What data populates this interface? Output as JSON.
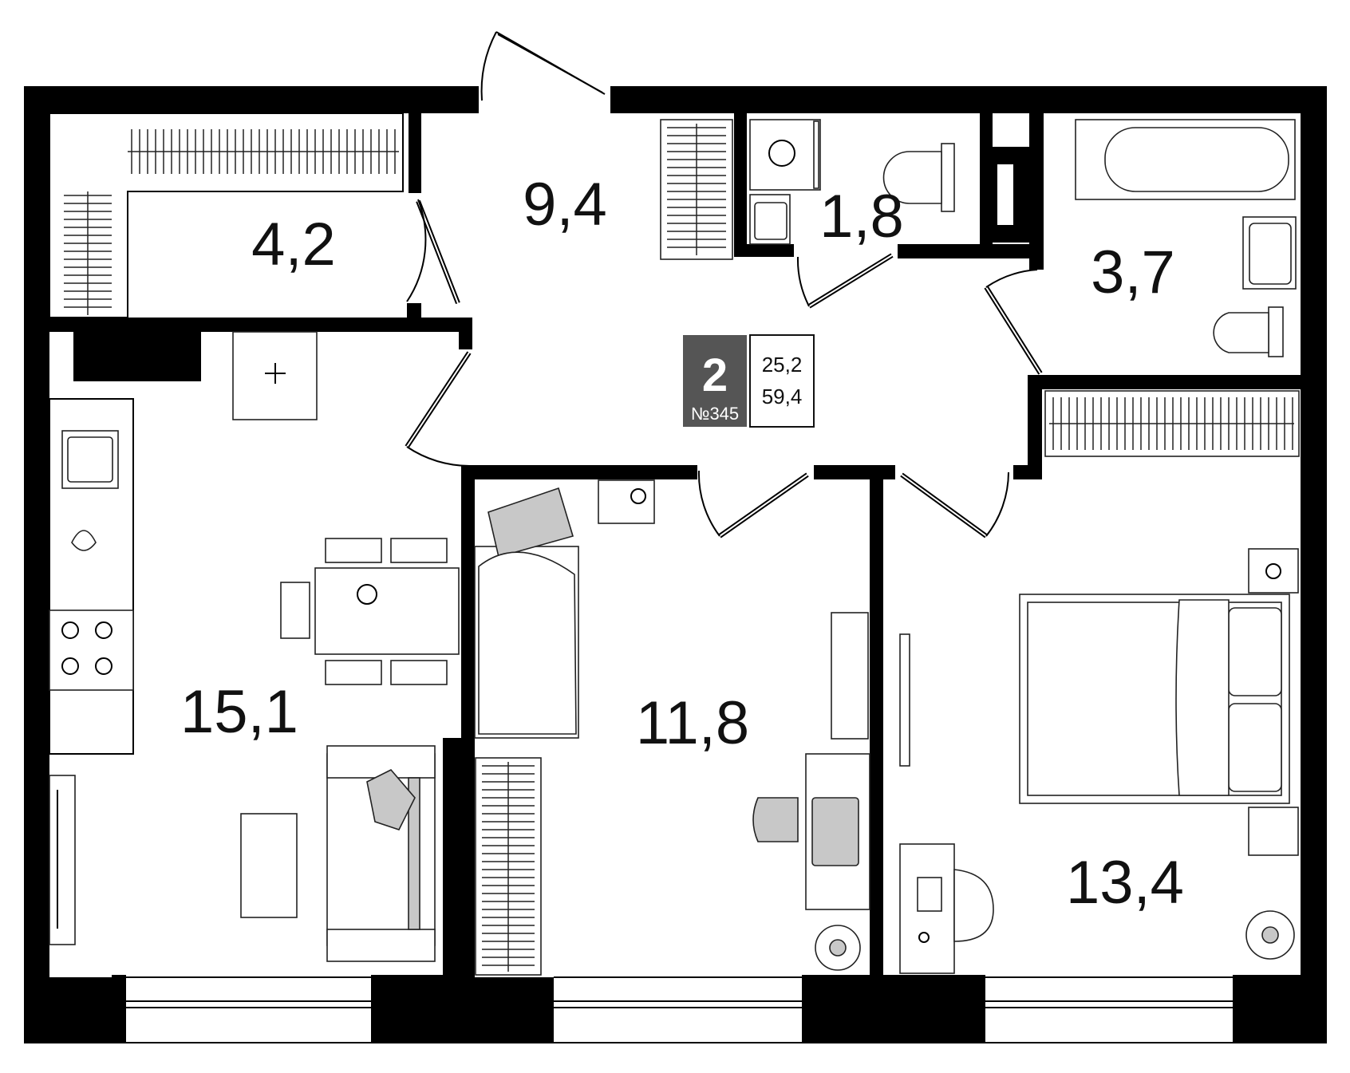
{
  "rooms": {
    "storage": "4,2",
    "hall": "9,4",
    "wc": "1,8",
    "bath": "3,7",
    "kitchen_living": "15,1",
    "bedroom1": "11,8",
    "bedroom2": "13,4"
  },
  "badge": {
    "rooms_count": "2",
    "apartment_number": "№345",
    "living_area": "25,2",
    "total_area": "59,4"
  },
  "icons": [
    "door-swing-icon",
    "window-icon",
    "bed-icon",
    "sofa-icon",
    "table-icon",
    "toilet-icon",
    "bathtub-icon",
    "sink-icon",
    "stove-icon",
    "washer-icon",
    "plant-icon",
    "desk-chair-icon",
    "wardrobe-icon"
  ],
  "colors": {
    "wall": "#000000",
    "badge_fill": "#555555",
    "furniture_gray": "#c8c8c8"
  }
}
